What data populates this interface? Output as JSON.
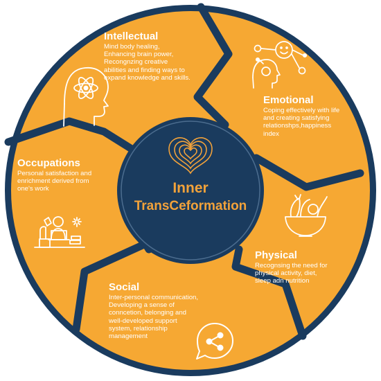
{
  "colors": {
    "segment_fill": "#f6a833",
    "outline": "#1a3b5e",
    "hub_fill": "#1a3b5e",
    "center_text": "#f2a23a",
    "label_text": "#ffffff",
    "icon_stroke": "#ffffff"
  },
  "center": {
    "icon": "heart-icon",
    "line1": "Inner",
    "line2": "TransCeformation"
  },
  "segments": {
    "intellectual": {
      "title": "Intellectual",
      "description": "Mind body healing,\nEnhancing brain power,\nRecongnzing creative\nabilities and finding ways to\nexpand knowledge and skills.",
      "icon": "brain-atom-icon"
    },
    "emotional": {
      "title": "Emotional",
      "description": "Coping effectively with life\nand creating satisfying\nrelationshps,happiness\nindex",
      "icon": "emotions-icon"
    },
    "physical": {
      "title": "Physical",
      "description": "Recognsing the need for\nphysical activity, diet,\nsleep adn nutrition",
      "icon": "salad-bowl-icon"
    },
    "social": {
      "title": "Social",
      "description": "Inter-personal communication,\nDeveloping a sense of\nconncetion, belonging and\nwell-developed support\nsystem, relationship\nmanagement",
      "icon": "share-chat-icon"
    },
    "occupations": {
      "title": "Occupations",
      "description": "Personal satisfaction and\nenrichment derived from\none's  work",
      "icon": "workspace-icon"
    }
  }
}
